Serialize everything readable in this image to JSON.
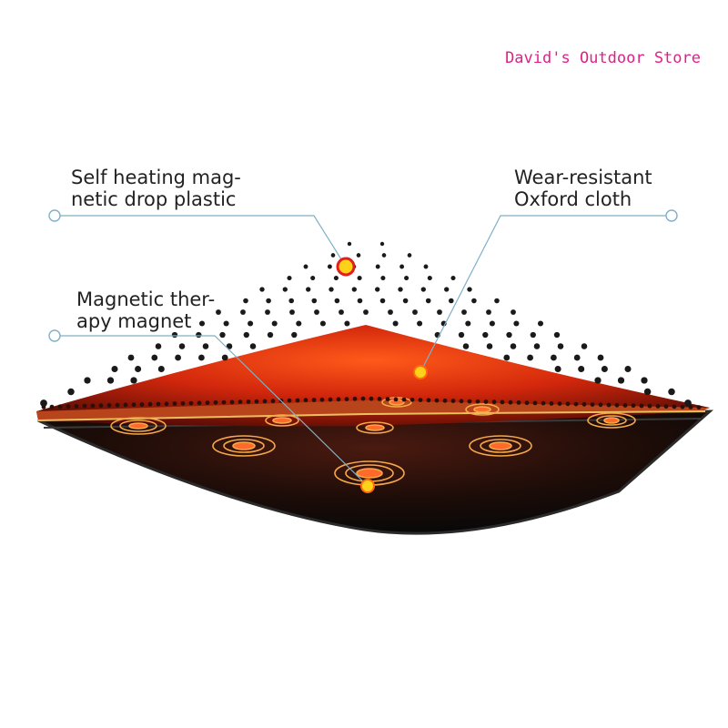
{
  "store": {
    "name": "David's Outdoor Store",
    "color": "#e0208a"
  },
  "labels": {
    "self_heating": "Self heating mag-\nnetic drop plastic",
    "oxford": "Wear-resistant\nOxford cloth",
    "magnet": "Magnetic ther-\napy magnet"
  },
  "colors": {
    "leader_line": "#7fb0c8",
    "heat_core": "#ff3a10",
    "dot": "#1a1a1a",
    "pad_base": "#151515",
    "accent_gold": "#ffd21a"
  }
}
